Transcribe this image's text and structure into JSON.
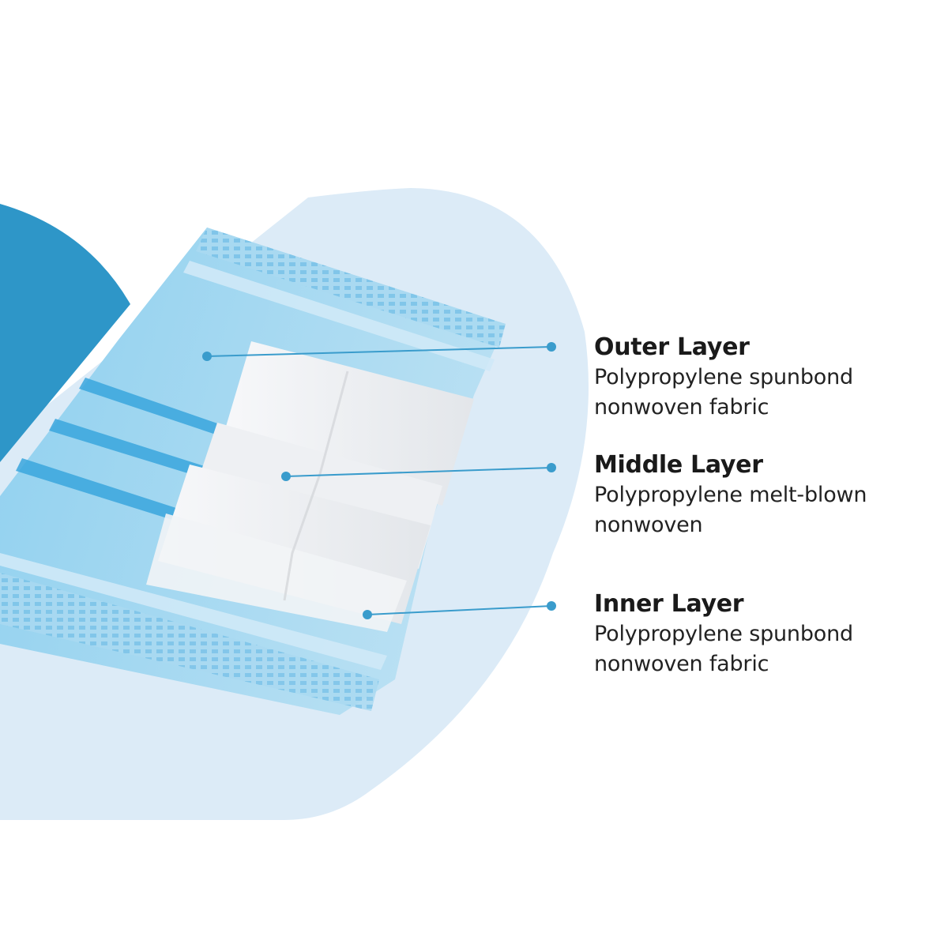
{
  "layers": [
    {
      "title": "Outer Layer",
      "desc_line1": "Polypropylene spunbond",
      "desc_line2": "nonwoven fabric"
    },
    {
      "title": "Middle Layer",
      "desc_line1": "Polypropylene melt-blown",
      "desc_line2": "nonwoven"
    },
    {
      "title": "Inner Layer",
      "desc_line1": "Polypropylene spunbond",
      "desc_line2": "nonwoven fabric"
    }
  ],
  "colors": {
    "accent_blue": "#2e96c8",
    "light_backdrop": "#dcebf7",
    "mask_blue": "#6fbfe6",
    "callout_line": "#3a9ccc"
  },
  "icons": [
    "callout-dot-icon"
  ]
}
